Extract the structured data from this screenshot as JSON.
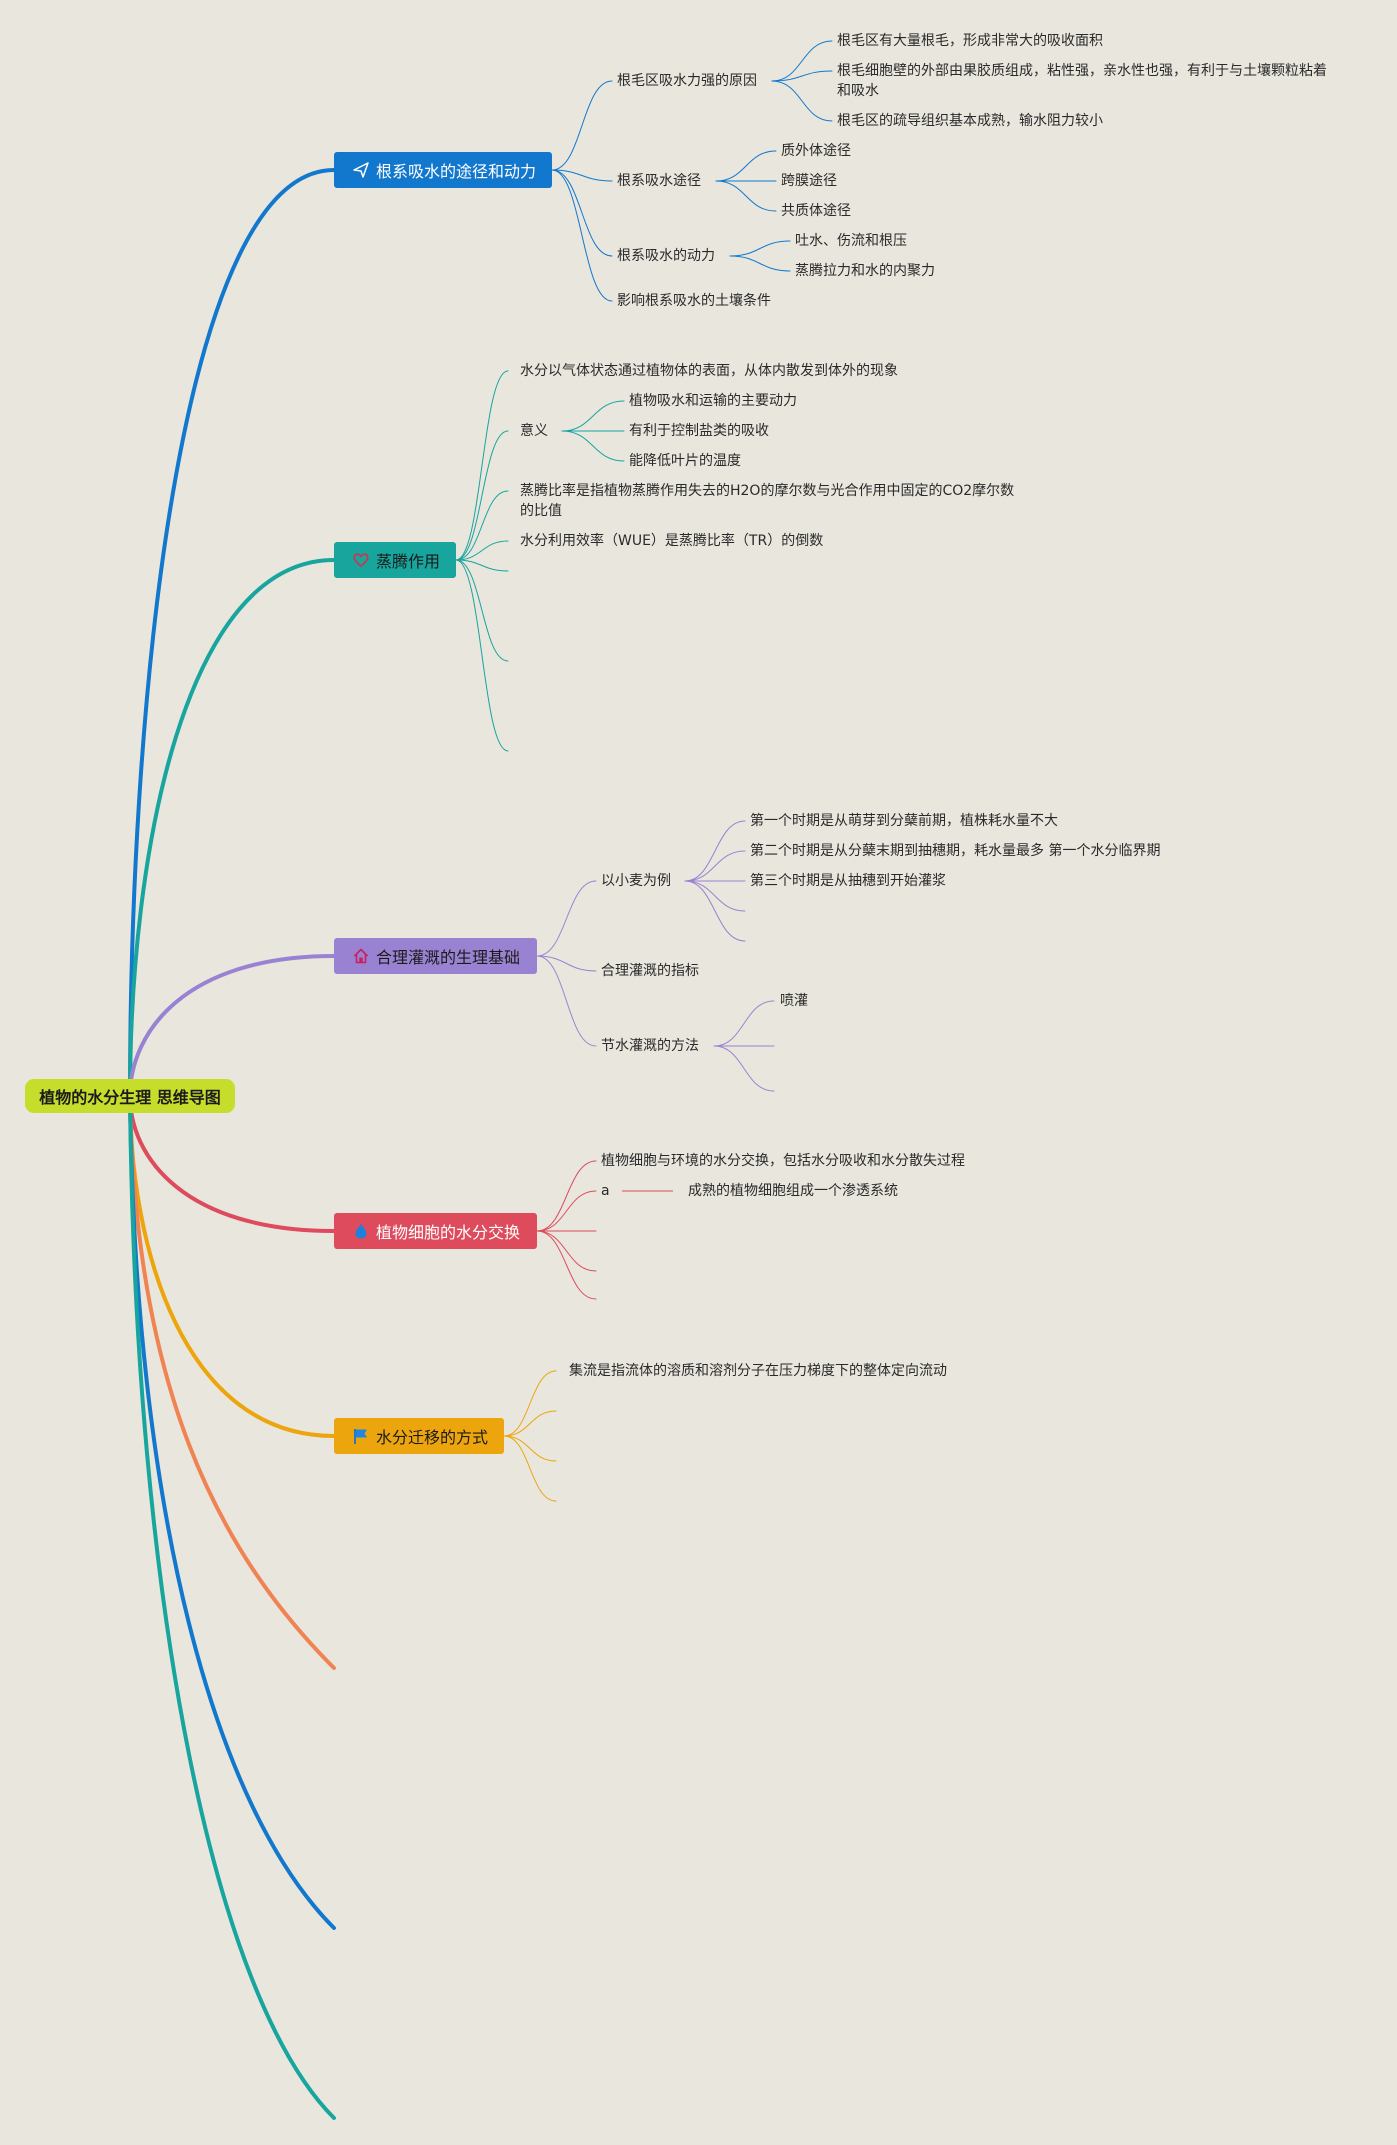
{
  "root": {
    "label": "植物的水分生理 思维导图"
  },
  "branches": [
    {
      "label": "根系吸水的途径和动力",
      "color": "#1278cd",
      "icon": "send-icon",
      "children": [
        {
          "label": "根毛区吸水力强的原因",
          "children": [
            {
              "label": "根毛区有大量根毛，形成非常大的吸收面积"
            },
            {
              "label": "根毛细胞壁的外部由果胶质组成，粘性强，亲水性也强，有利于与土壤颗粒粘着和吸水"
            },
            {
              "label": "根毛区的疏导组织基本成熟，输水阻力较小"
            }
          ]
        },
        {
          "label": "根系吸水途径",
          "children": [
            {
              "label": "质外体途径"
            },
            {
              "label": "跨膜途径"
            },
            {
              "label": "共质体途径"
            }
          ]
        },
        {
          "label": "根系吸水的动力",
          "children": [
            {
              "label": "吐水、伤流和根压"
            },
            {
              "label": "蒸腾拉力和水的内聚力"
            }
          ]
        },
        {
          "label": "影响根系吸水的土壤条件"
        }
      ]
    },
    {
      "label": "蒸腾作用",
      "color": "#17a59e",
      "icon": "heart-icon",
      "children": [
        {
          "label": "水分以气体状态通过植物体的表面，从体内散发到体外的现象"
        },
        {
          "label": "意义",
          "children": [
            {
              "label": "植物吸水和运输的主要动力"
            },
            {
              "label": "有利于控制盐类的吸收"
            },
            {
              "label": "能降低叶片的温度"
            }
          ]
        },
        {
          "label": "蒸腾比率是指植物蒸腾作用失去的H2O的摩尔数与光合作用中固定的CO2摩尔数的比值"
        },
        {
          "label": "水分利用效率（WUE）是蒸腾比率（TR）的倒数"
        }
      ]
    },
    {
      "label": "合理灌溉的生理基础",
      "color": "#9a82d2",
      "icon": "house-icon",
      "children": [
        {
          "label": "以小麦为例",
          "children": [
            {
              "label": "第一个时期是从萌芽到分蘖前期，植株耗水量不大"
            },
            {
              "label": "第二个时期是从分蘖末期到抽穗期，耗水量最多 第一个水分临界期"
            },
            {
              "label": "第三个时期是从抽穗到开始灌浆"
            }
          ]
        },
        {
          "label": "合理灌溉的指标"
        },
        {
          "label": "节水灌溉的方法",
          "children": [
            {
              "label": "喷灌"
            }
          ]
        }
      ]
    },
    {
      "label": "植物细胞的水分交换",
      "color": "#dd4b5d",
      "icon": "drop-icon",
      "children": [
        {
          "label": "植物细胞与环境的水分交换，包括水分吸收和水分散失过程"
        },
        {
          "label": "a",
          "children": [
            {
              "label": "成熟的植物细胞组成一个渗透系统"
            }
          ]
        }
      ]
    },
    {
      "label": "水分迁移的方式",
      "color": "#eca50c",
      "icon": "flag-icon",
      "children": [
        {
          "label": "集流是指流体的溶质和溶剂分子在压力梯度下的整体定向流动"
        }
      ]
    }
  ]
}
